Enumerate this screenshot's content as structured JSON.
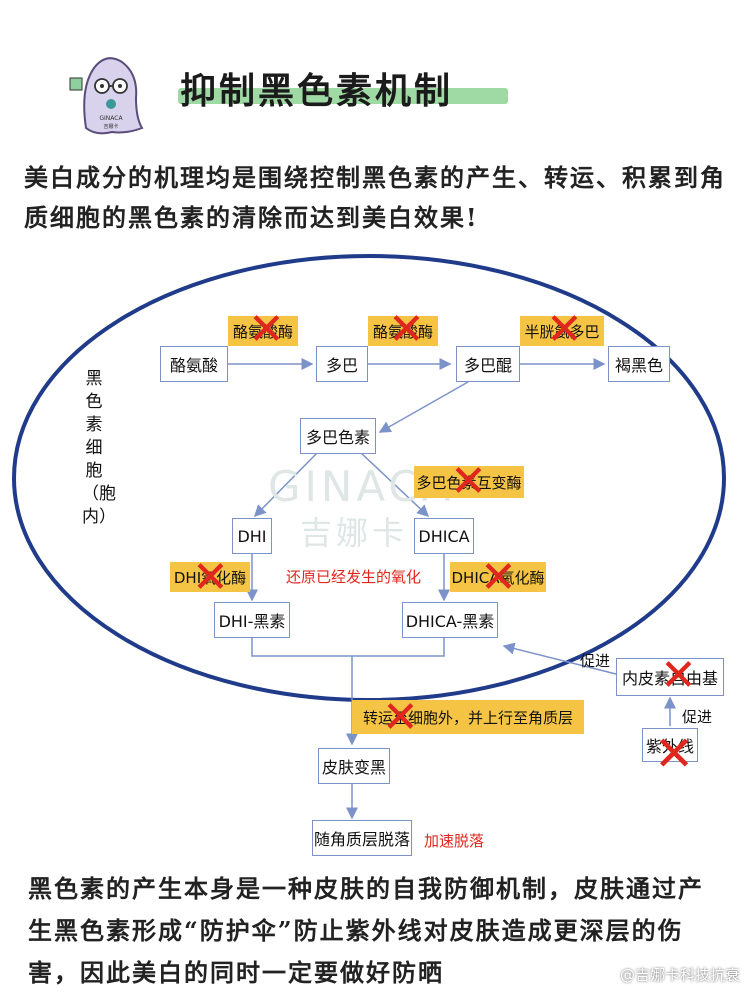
{
  "header": {
    "title": "抑制黑色素机制",
    "mascot": {
      "icon": "ghost-mascot-icon",
      "text1": "GINACA",
      "text2": "吉娜卡"
    }
  },
  "intro_text": "美白成分的机理均是围绕控制黑色素的产生、转运、积累到角质细胞的黑色素的清除而达到美白效果!",
  "diagram": {
    "cell_label": "黑色素细胞（胞内）",
    "watermark_en": "GINACA",
    "watermark_cn": "吉娜卡",
    "nodes": {
      "tyrosine": "酪氨酸",
      "dopa": "多巴",
      "dopaquinone": "多巴醌",
      "brown_black": "褐黑色",
      "dopachrome": "多巴色素",
      "dhi": "DHI",
      "dhica": "DHICA",
      "dhi_melanin": "DHI-黑素",
      "dhica_melanin": "DHICA-黑素",
      "free_radical": "内皮素自由基",
      "uv": "紫外线",
      "darkening": "皮肤变黑",
      "shedding": "随角质层脱落"
    },
    "enzymes": {
      "tyrosinase1": "酪氨酸酶",
      "tyrosinase2": "酪氨酸酶",
      "cysteine_dopa": "半胱氨多巴",
      "tautomerase": "多巴色素互变酶",
      "dhi_oxidase": "DHI氧化酶",
      "dhica_oxidase": "DHICA氧化酶",
      "transport": "转运至细胞外，并上行至角质层"
    },
    "notes": {
      "reduce": "还原已经发生的氧化",
      "promote1": "促进",
      "promote2": "促进",
      "accelerate": "加速脱落"
    },
    "colors": {
      "ellipse": "#1f3b8a",
      "enzyme_bg": "#f6c445",
      "cross": "#e0271e",
      "box_border": "#7b93c9"
    }
  },
  "outro_text": "黑色素的产生本身是一种皮肤的自我防御机制，皮肤通过产生黑色素形成“防护伞”防止紫外线对皮肤造成更深层的伤害，因此美白的同时一定要做好防晒",
  "byline": "@吉娜卡科技抗衰"
}
